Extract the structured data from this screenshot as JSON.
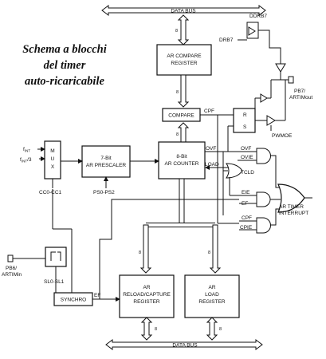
{
  "title": {
    "line1": "Schema a blocchi",
    "line2": "del timer",
    "line3": "auto-ricaricabile"
  },
  "buses": {
    "top": "DATA BUS",
    "bottom": "DATA BUS",
    "width": "8"
  },
  "blocks": {
    "compare_register": [
      "AR COMPARE",
      "REGISTER"
    ],
    "compare": "COMPARE",
    "counter": [
      "8-Bit",
      "AR COUNTER"
    ],
    "prescaler": [
      "7-Bit",
      "AR PRESCALER"
    ],
    "mux": [
      "M",
      "U",
      "X"
    ],
    "reload_register": [
      "AR",
      "RELOAD/CAPTURE",
      "REGISTER"
    ],
    "load_register": [
      "AR",
      "LOAD",
      "REGISTER"
    ],
    "synchro": "SYNCHRO",
    "rs_latch": [
      "R",
      "S"
    ]
  },
  "signals": {
    "fint": "f",
    "fint_sub": "INT",
    "fint3": "f",
    "fint3_sub": "INT",
    "fint3_suffix": "/3",
    "cc_sel": "CC0-CC1",
    "ps_sel": "PS0-PS2",
    "sl_sel": "SL0-SL1",
    "pb6": [
      "PB6/",
      "ARTIMin"
    ],
    "pb7": [
      "PB7/",
      "ARTIMout"
    ],
    "ddrb7": "DDRB7",
    "drb7": "DRB7",
    "pwmoe": "PWMOE",
    "cpf": "CPF",
    "ovf": "OVF",
    "load": "LOAD",
    "ef": "EF",
    "tcld": "TCLD",
    "ovf_flag": "OVF",
    "ovie": "OVIE",
    "eie": "EIE",
    "ef_flag": "EF",
    "cpf_flag": "CPF",
    "cpie": "CPIE",
    "interrupt": [
      "AR TIMER",
      "INTERRUPT"
    ]
  }
}
